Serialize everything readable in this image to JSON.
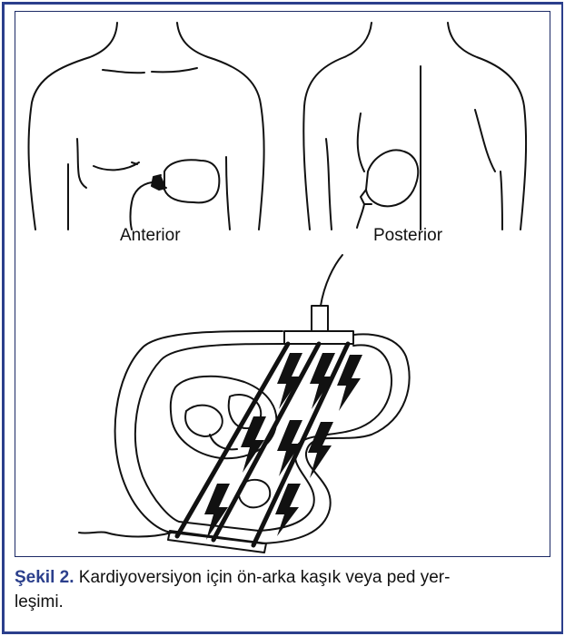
{
  "diagram": {
    "anterior_label": "Anterior",
    "posterior_label": "Posterior"
  },
  "caption": {
    "number": "Şekil 2.",
    "line1": " Kardiyoversiyon için ön-arka kaşık veya ped yer-",
    "line2": "leşimi."
  },
  "colors": {
    "frame": "#2b3f8c",
    "caption_number": "#2b3f8c",
    "line_art": "#111111"
  }
}
